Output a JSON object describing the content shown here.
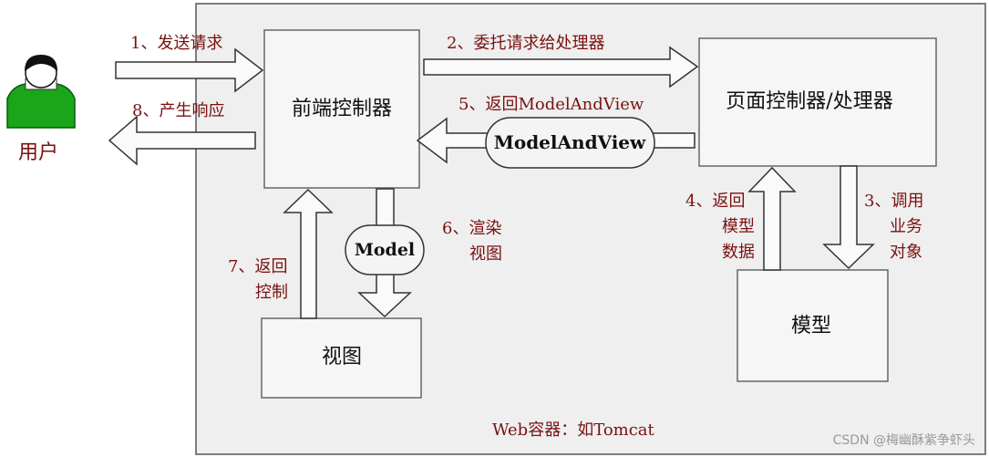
{
  "user": {
    "label": "用户"
  },
  "container": {
    "label": "Web容器：如Tomcat"
  },
  "boxes": {
    "front_controller": "前端控制器",
    "page_controller": "页面控制器/处理器",
    "model": "模型",
    "view": "视图"
  },
  "pills": {
    "model_and_view": "ModelAndView",
    "model": "Model"
  },
  "steps": {
    "s1": "1、发送请求",
    "s2": "2、委托请求给处理器",
    "s3": [
      "3、调用",
      "业务",
      "对象"
    ],
    "s4": [
      "4、返回",
      "模型",
      "数据"
    ],
    "s5": "5、返回ModelAndView",
    "s6": [
      "6、渲染",
      "视图"
    ],
    "s7": [
      "7、返回",
      "控制"
    ],
    "s8": "8、产生响应"
  },
  "watermark": "CSDN @梅幽酥紫争虾头",
  "colors": {
    "container_bg": "#efefef",
    "box_bg": "#f6f6f6",
    "arrow_fill": "#fafafa",
    "label_red": "#7a1010",
    "user_green": "#1aa51a"
  }
}
